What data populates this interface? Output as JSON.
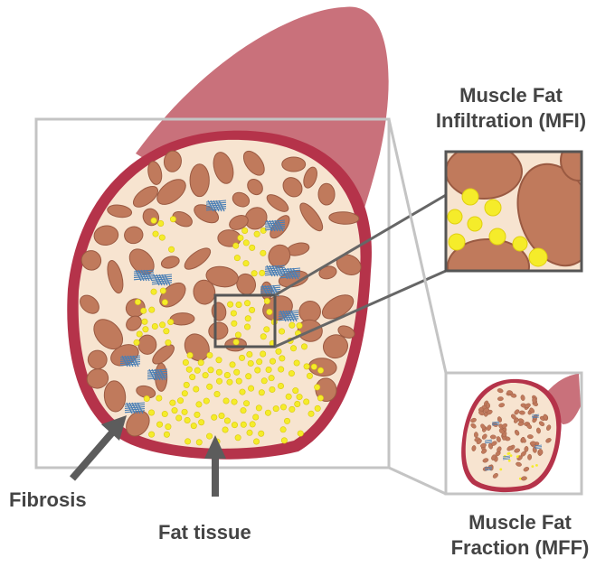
{
  "labels": {
    "mfi_line1": "Muscle Fat",
    "mfi_line2": "Infiltration (MFI)",
    "mff_line1": "Muscle Fat",
    "mff_line2": "Fraction (MFF)",
    "fibrosis": "Fibrosis",
    "fat_tissue": "Fat tissue"
  },
  "colors": {
    "muscle_outer": "#c9717b",
    "muscle_border": "#b5334a",
    "interior": "#f7e4d0",
    "fiber": "#c07a5c",
    "fiber_edge": "#9a5a42",
    "fat": "#f5ec2a",
    "fibrosis": "#4a7fb5",
    "frame": "#bdbdbd",
    "arrow": "#5c5c5c",
    "zoom_box": "#555555"
  }
}
